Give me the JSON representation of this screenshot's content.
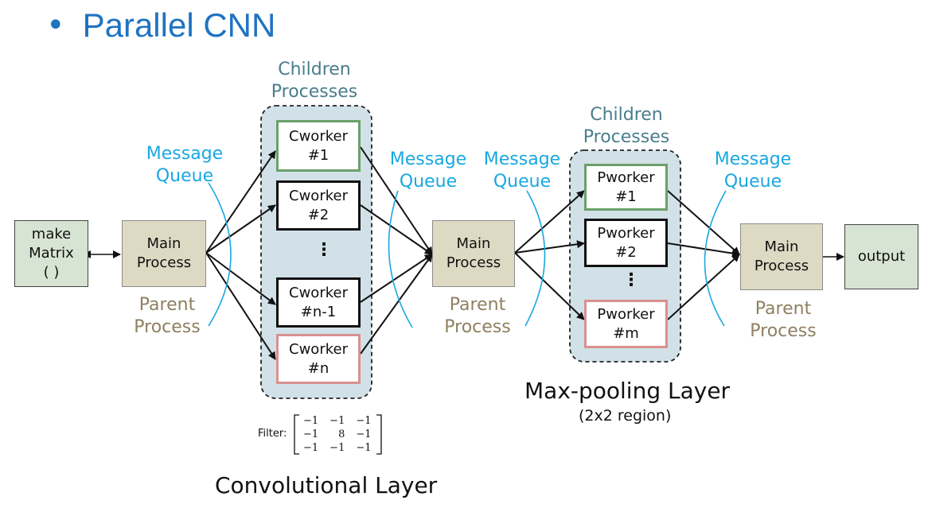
{
  "title": "Parallel CNN",
  "bullet": "•",
  "left_section": {
    "make_matrix": "make\nMatrix\n( )",
    "main_process": "Main\nProcess",
    "parent_process": "Parent\nProcess",
    "message_queue_1": "Message\nQueue",
    "children_processes": "Children\nProcesses",
    "workers": [
      "Cworker\n#1",
      "Cworker\n#2",
      "Cworker\n#n-1",
      "Cworker\n#n"
    ],
    "ellipsis": "⋮",
    "message_queue_2": "Message\nQueue"
  },
  "middle_section": {
    "main_process": "Main\nProcess",
    "parent_process": "Parent\nProcess"
  },
  "right_section": {
    "message_queue_3": "Message\nQueue",
    "children_processes": "Children\nProcesses",
    "workers": [
      "Pworker\n#1",
      "Pworker\n#2",
      "Pworker\n#m"
    ],
    "ellipsis": "⋮",
    "message_queue_4": "Message\nQueue",
    "main_process": "Main\nProcess",
    "parent_process": "Parent\nProcess",
    "output": "output"
  },
  "filter": {
    "label": "Filter:",
    "matrix": [
      [
        "−1",
        "−1",
        "−1"
      ],
      [
        "−1",
        "8",
        "−1"
      ],
      [
        "−1",
        "−1",
        "−1"
      ]
    ]
  },
  "layers": {
    "convolutional": "Convolutional Layer",
    "maxpool": "Max-pooling Layer",
    "maxpool_sub": "(2x2 region)"
  },
  "colors": {
    "title": "#1f73c1",
    "message_queue": "#19a8e0",
    "children_label": "#4a7d8c",
    "parent_label": "#8e8060",
    "container_fill": "#d2e1e8",
    "main_process_fill": "#ddd9c3",
    "io_fill": "#d8e4d3",
    "worker_first_border": "#6aa06a",
    "worker_last_border": "#d99090"
  }
}
